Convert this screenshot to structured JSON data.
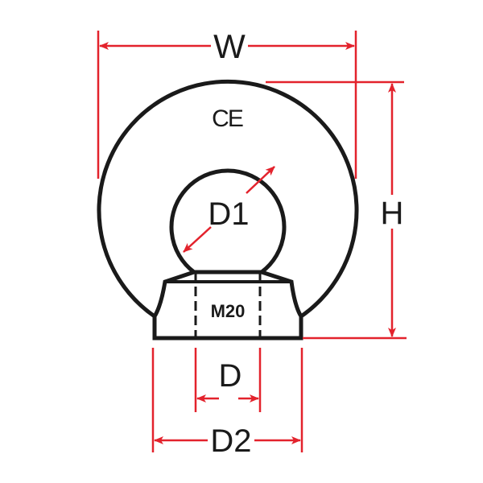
{
  "labels": {
    "width": "W",
    "height": "H",
    "inner_diameter": "D1",
    "thread_diameter": "D",
    "base_diameter": "D2",
    "ce_mark": "CE",
    "thread_size": "M20"
  },
  "colors": {
    "dimension": "#e3222c",
    "outline": "#1a1a1a"
  }
}
